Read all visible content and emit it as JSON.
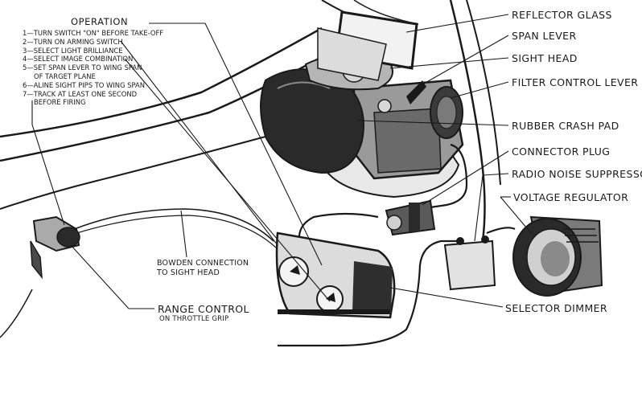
{
  "operation": {
    "heading": "OPERATION",
    "steps": [
      {
        "text": "1—TURN SWITCH \"ON\" BEFORE TAKE-OFF"
      },
      {
        "text": "2—TURN ON ARMING SWITCH"
      },
      {
        "text": "3—SELECT LIGHT BRILLIANCE"
      },
      {
        "text": "4—SELECT IMAGE COMBINATION"
      },
      {
        "text": "5—SET SPAN LEVER TO WING SPAN",
        "cont": "OF TARGET PLANE"
      },
      {
        "text": "6—ALINE SIGHT PIPS TO WING SPAN"
      },
      {
        "text": "7—TRACK AT LEAST ONE SECOND",
        "cont": "BEFORE FIRING"
      }
    ]
  },
  "labels": {
    "reflector_glass": "REFLECTOR GLASS",
    "span_lever": "SPAN LEVER",
    "sight_head": "SIGHT HEAD",
    "filter_control_lever": "FILTER CONTROL LEVER",
    "rubber_crash_pad": "RUBBER CRASH PAD",
    "connector_plug": "CONNECTOR PLUG",
    "radio_noise_suppressor": "RADIO NOISE SUPPRESSOR",
    "voltage_regulator": "VOLTAGE REGULATOR",
    "selector_dimmer": "SELECTOR DIMMER",
    "bowden_1": "BOWDEN CONNECTION",
    "bowden_2": "TO SIGHT HEAD",
    "range_control": "RANGE CONTROL",
    "range_control_sub": "ON THROTTLE GRIP"
  },
  "colors": {
    "ink": "#1a1a1a",
    "paper": "#ffffff",
    "shade": "#5a5a5a",
    "dark": "#2a2a2a"
  }
}
